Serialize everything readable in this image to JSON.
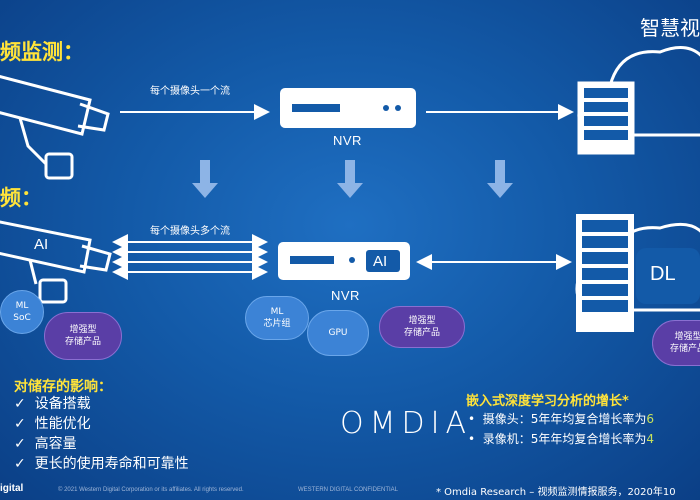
{
  "header": {
    "top_left": "频监测：",
    "mid_left": "频：",
    "top_right": "智慧视"
  },
  "top_flow": {
    "stream_label": "每个摄像头一个流",
    "nvr_label": "NVR"
  },
  "bottom_flow": {
    "stream_label": "每个摄像头多个流",
    "nvr_label": "NVR",
    "camera_ai": "AI",
    "nvr_ai": "AI",
    "cloud_dl": "DL"
  },
  "bubbles": {
    "cam_ml_soc": "ML\nSoC",
    "cam_storage": "增强型\n存储产品",
    "nvr_ml_chip": "ML\n芯片组",
    "nvr_gpu": "GPU",
    "nvr_storage": "增强型\n存储产品",
    "cloud_storage": "增强型\n存储产品"
  },
  "impact": {
    "title": "对储存的影响：",
    "items": [
      "设备搭载",
      "性能优化",
      "高容量",
      "更长的使用寿命和可靠性"
    ]
  },
  "growth": {
    "title": "嵌入式深度学习分析的增长*",
    "rows": [
      {
        "label": "摄像头：",
        "text": "5年年均复合增长率为",
        "value": "6"
      },
      {
        "label": "录像机：",
        "text": "5年年均复合增长率为",
        "value": "4"
      }
    ],
    "source": "* Omdia Research – 视频监测情报服务，2020年10"
  },
  "brand": {
    "omdia": "OMDIA",
    "wd_partial": "igital"
  },
  "footer": {
    "copyright": "© 2021 Western Digital Corporation or its affiliates. All rights reserved.",
    "confidential": "WESTERN DIGITAL CONFIDENTIAL"
  },
  "colors": {
    "background": "#135aa8",
    "accent_yellow": "#ffe33a",
    "bubble_blue": "#3c83d6",
    "bubble_purple": "#5a3ea6",
    "highlight_green": "#c8e25a"
  }
}
